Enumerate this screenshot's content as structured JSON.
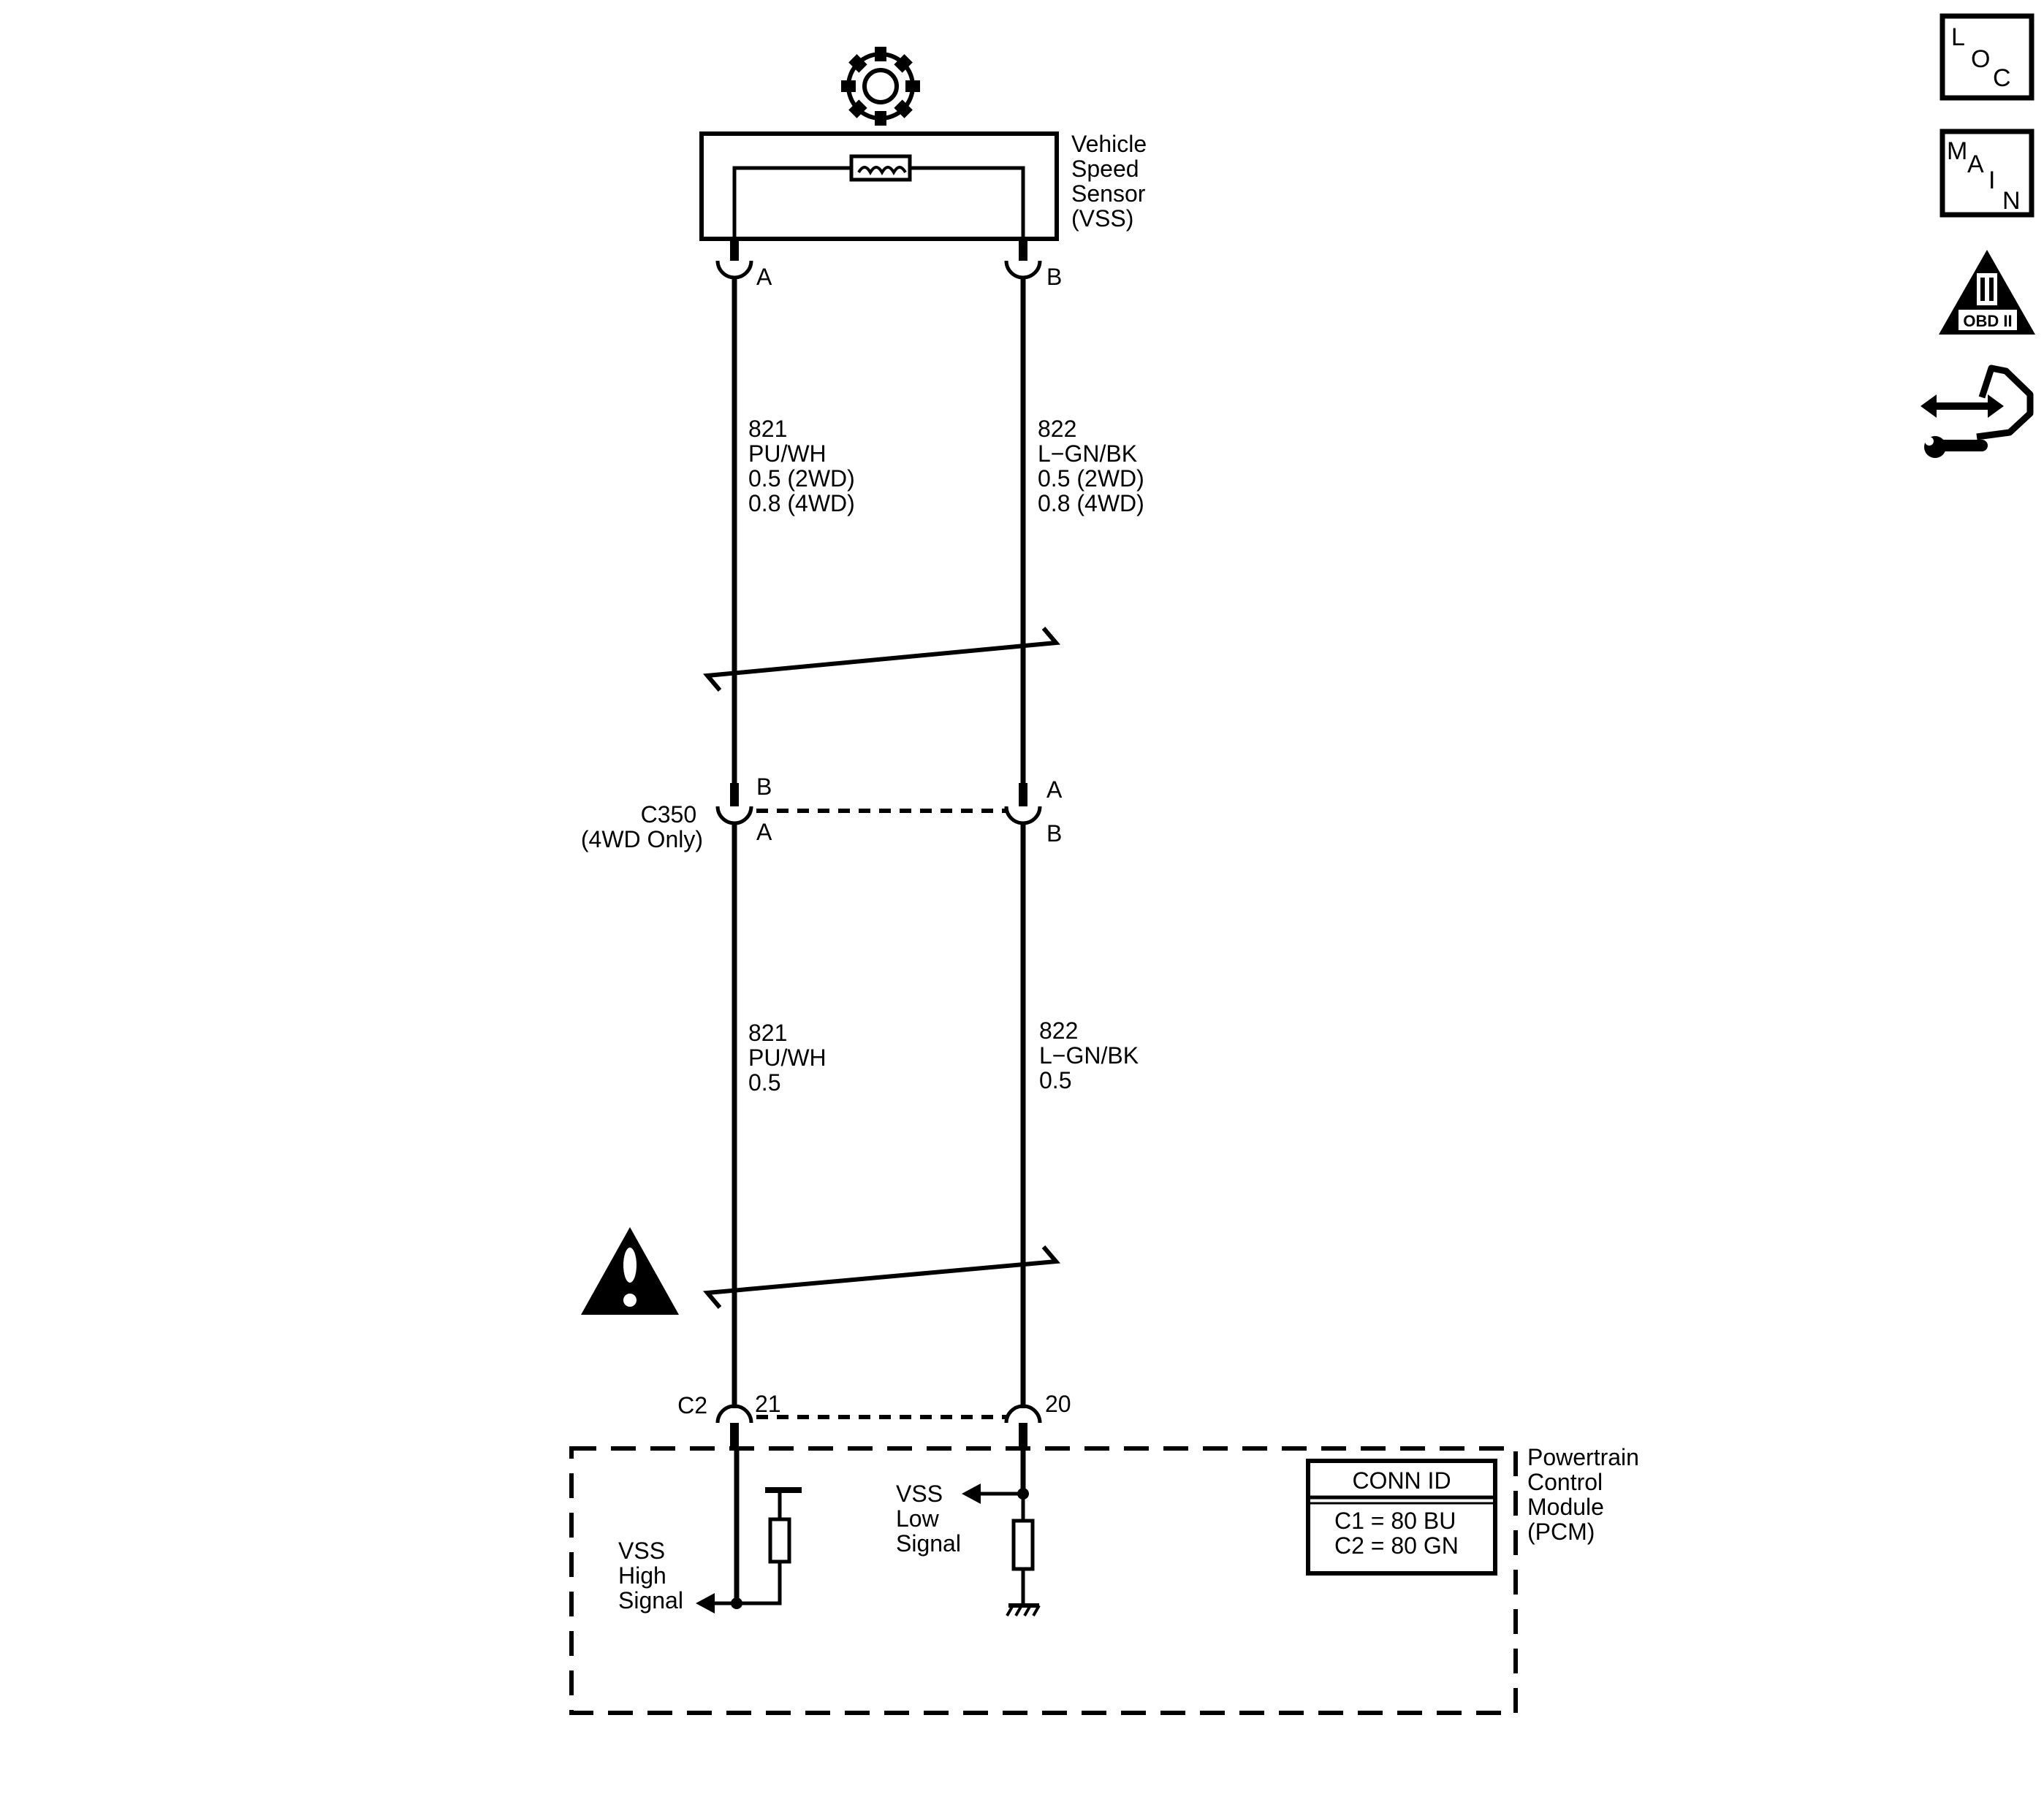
{
  "sensor": {
    "name_lines": [
      "Vehicle",
      "Speed",
      "Sensor",
      "(VSS)"
    ],
    "pin_a": "A",
    "pin_b": "B"
  },
  "wires_upper": {
    "left": [
      "821",
      "PU/WH",
      "0.5 (2WD)",
      "0.8 (4WD)"
    ],
    "right": [
      "822",
      "L−GN/BK",
      "0.5 (2WD)",
      "0.8 (4WD)"
    ]
  },
  "connector_c350": {
    "name": "C350",
    "note": "(4WD Only)",
    "left_top_pin": "B",
    "left_bottom_pin": "A",
    "right_top_pin": "A",
    "right_bottom_pin": "B"
  },
  "wires_lower": {
    "left": [
      "821",
      "PU/WH",
      "0.5"
    ],
    "right": [
      "822",
      "L−GN/BK",
      "0.5"
    ]
  },
  "pcm_connector": {
    "name": "C2",
    "left_pin": "21",
    "right_pin": "20"
  },
  "pcm": {
    "name_lines": [
      "Powertrain",
      "Control",
      "Module",
      "(PCM)"
    ],
    "high_signal_lines": [
      "VSS",
      "High",
      "Signal"
    ],
    "low_signal_lines": [
      "VSS",
      "Low",
      "Signal"
    ],
    "conn_id": {
      "header": "CONN ID",
      "rows": [
        "C1 = 80 BU",
        "C2 = 80 GN"
      ]
    }
  },
  "side_icons": {
    "loc": [
      "L",
      "O",
      "C"
    ],
    "main": [
      "M",
      "A",
      "I",
      "N"
    ],
    "obd": {
      "roman": "II",
      "label": "OBD II"
    },
    "icons": [
      "loc-icon",
      "main-icon",
      "obd-ii-icon",
      "component-views-icon"
    ]
  }
}
